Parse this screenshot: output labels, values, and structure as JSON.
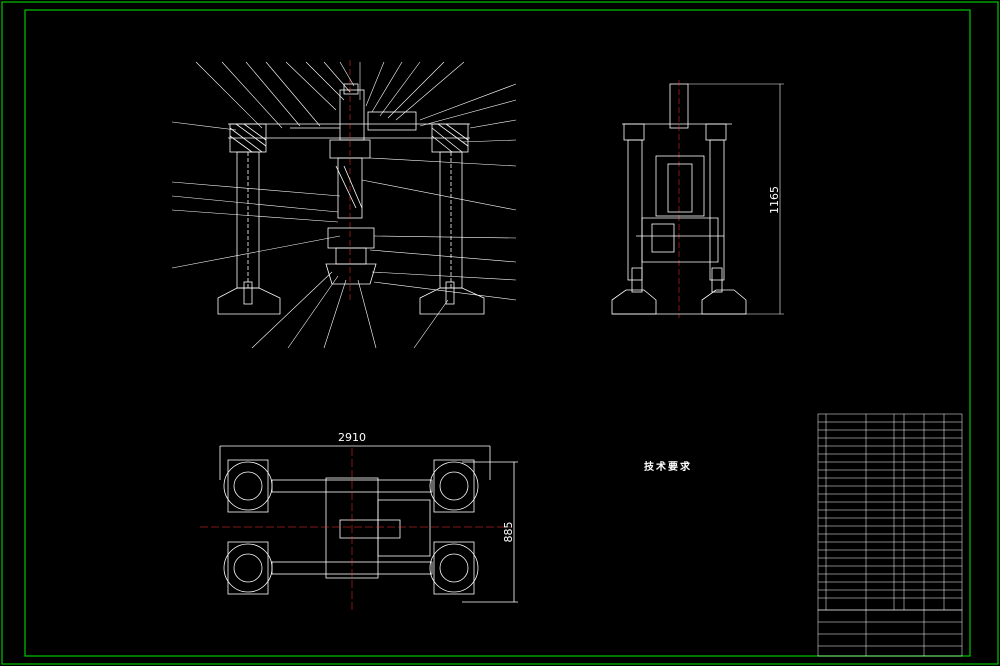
{
  "colors": {
    "background": "#000000",
    "frame": "#00c800",
    "lines": "#ffffff",
    "centerline": "#ff3333"
  },
  "dimensions": {
    "side_height": "1165",
    "top_width": "2910",
    "top_depth": "885"
  },
  "tech_requirements": {
    "title": "技术要求"
  }
}
